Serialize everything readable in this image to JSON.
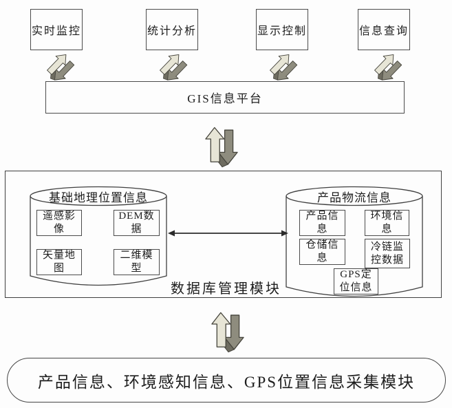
{
  "top_modules": [
    {
      "label": "实时监控"
    },
    {
      "label": "统计分析"
    },
    {
      "label": "显示控制"
    },
    {
      "label": "信息查询"
    }
  ],
  "platform": {
    "label": "GIS信息平台"
  },
  "database_module": {
    "label": "数据库管理模块",
    "geo_store": {
      "title": "基础地理位置信息",
      "items": [
        "遥感影像",
        "DEM数据",
        "矢量地图",
        "二维模型"
      ]
    },
    "logistics_store": {
      "title": "产品物流信息",
      "items": [
        "产品信息",
        "环境信息",
        "仓储信息",
        "冷链监控数据",
        "GPS定位信息"
      ]
    }
  },
  "collection_module": {
    "label": "产品信息、环境感知信息、GPS位置信息采集模块"
  },
  "icons": {
    "flow_arrow": "updown-3d-double-arrow",
    "link_arrow": "horizontal-double-headed-arrow"
  },
  "colors": {
    "background": "#fdfdfd",
    "arrow_face": "#e7e5d6",
    "arrow_side": "#8e8c7e",
    "arrow_fold": "#6e6c60",
    "arrow_outline": "#43423a",
    "box_border": "#4a4a4a",
    "line": "#2b2b2b",
    "text": "#1d1d1d"
  }
}
